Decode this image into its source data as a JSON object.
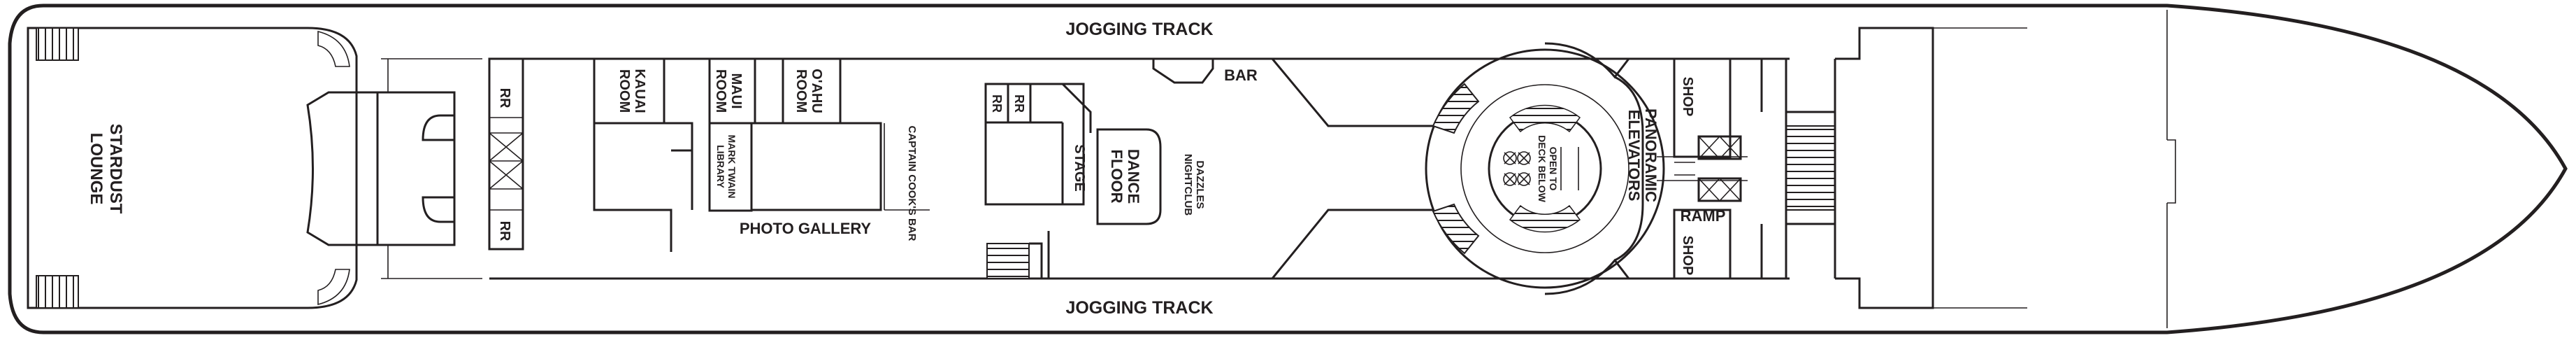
{
  "deck_plan": {
    "labels": {
      "jogging_track_top": "JOGGING TRACK",
      "jogging_track_bottom": "JOGGING TRACK",
      "stardust_lounge_l1": "STARDUST",
      "stardust_lounge_l2": "LOUNGE",
      "rr_1": "RR",
      "rr_2": "RR",
      "rr_3": "RR",
      "rr_4": "RR",
      "kauai_room_l1": "KAUAI",
      "kauai_room_l2": "ROOM",
      "maui_room_l1": "MAUI",
      "maui_room_l2": "ROOM",
      "oahu_room_l1": "O'AHU",
      "oahu_room_l2": "ROOM",
      "mark_twain_library_l1": "MARK TWAIN",
      "mark_twain_library_l2": "LIBRARY",
      "photo_gallery": "PHOTO GALLERY",
      "captain_cooks_bar": "CAPTAIN COOK'S BAR",
      "bar": "BAR",
      "stage": "STAGE",
      "dance_floor_l1": "DANCE",
      "dance_floor_l2": "FLOOR",
      "dazzles_nightclub_l1": "DAZZLES",
      "dazzles_nightclub_l2": "NIGHTCLUB",
      "open_to_deck_below_l1": "OPEN TO",
      "open_to_deck_below_l2": "DECK BELOW",
      "panoramic_elevators_l1": "PANORAMIC",
      "panoramic_elevators_l2": "ELEVATORS",
      "shop_top": "SHOP",
      "shop_bottom": "SHOP",
      "ramp": "RAMP"
    }
  }
}
